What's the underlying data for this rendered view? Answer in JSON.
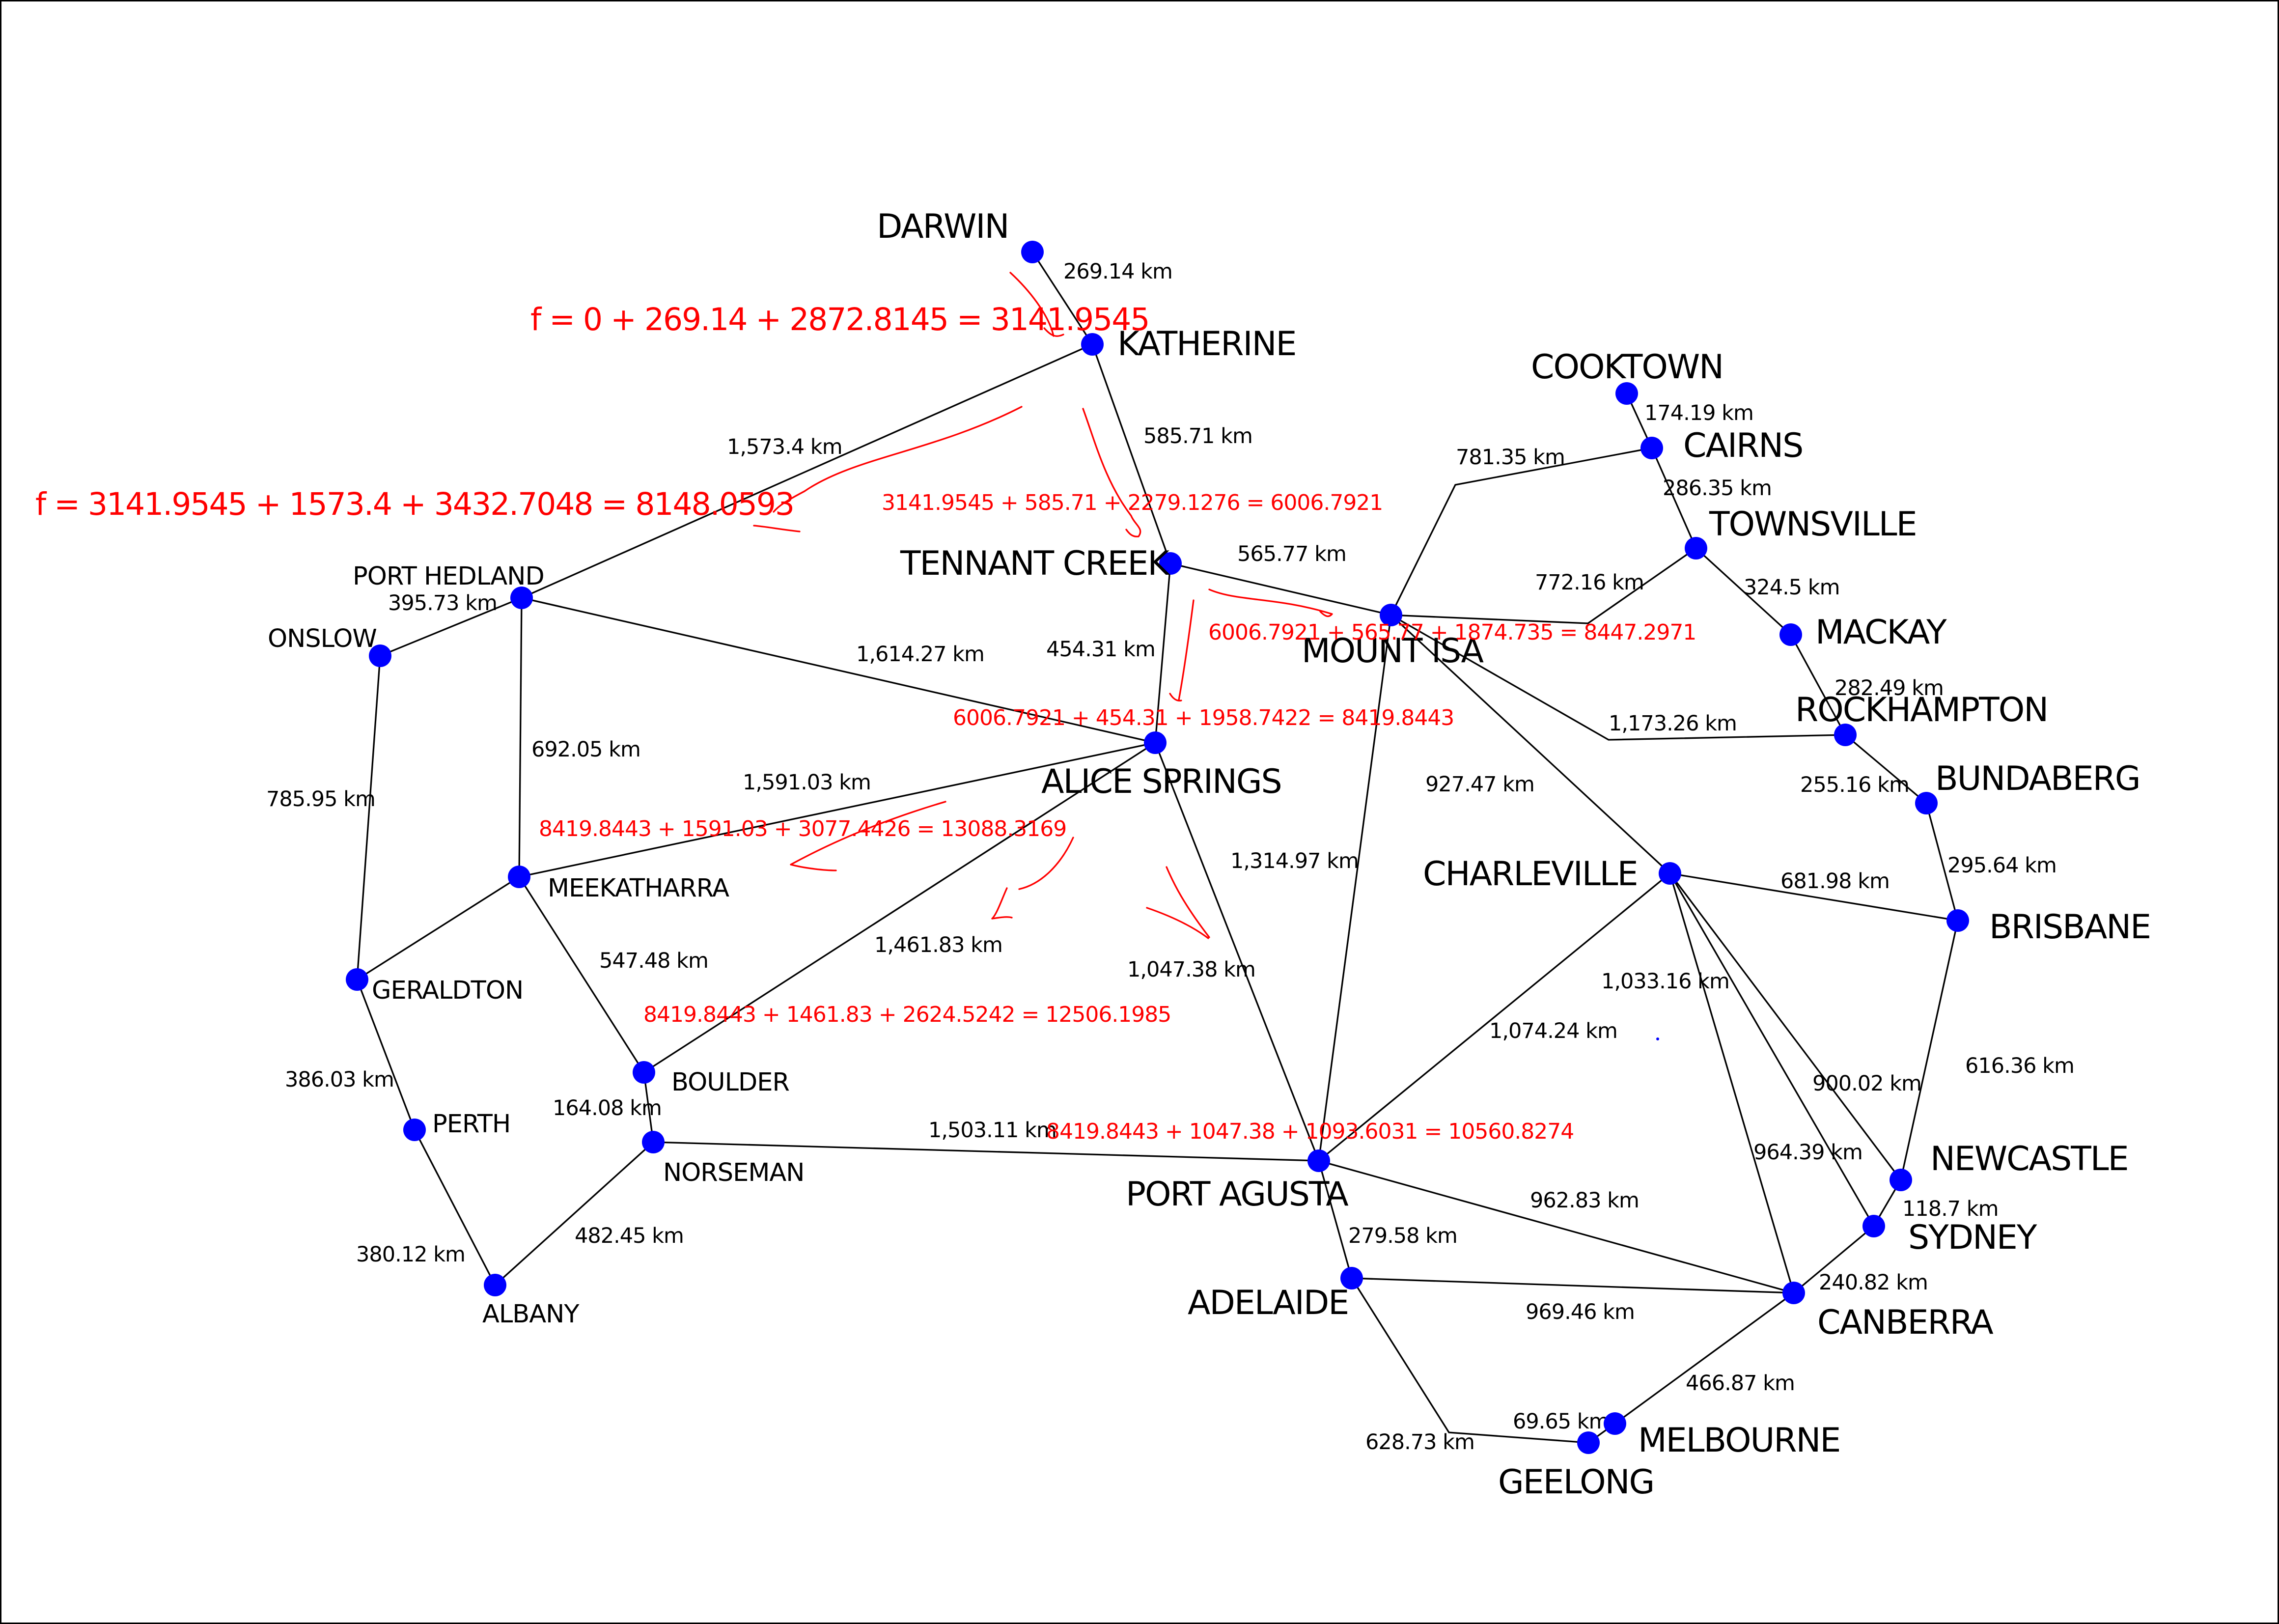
{
  "diagram": {
    "colors": {
      "node": "#0000ff",
      "edge": "#000000",
      "annotation": "#ff0000",
      "background": "#ffffff"
    },
    "cities": [
      {
        "id": "darwin",
        "name": "DARWIN"
      },
      {
        "id": "katherine",
        "name": "KATHERINE"
      },
      {
        "id": "tennant-creek",
        "name": "TENNANT CREEK"
      },
      {
        "id": "mount-isa",
        "name": "MOUNT ISA"
      },
      {
        "id": "alice-springs",
        "name": "ALICE SPRINGS"
      },
      {
        "id": "port-hedland",
        "name": "PORT HEDLAND"
      },
      {
        "id": "onslow",
        "name": "ONSLOW"
      },
      {
        "id": "meekatharra",
        "name": "MEEKATHARRA"
      },
      {
        "id": "geraldton",
        "name": "GERALDTON"
      },
      {
        "id": "perth",
        "name": "PERTH"
      },
      {
        "id": "albany",
        "name": "ALBANY"
      },
      {
        "id": "boulder",
        "name": "BOULDER"
      },
      {
        "id": "norseman",
        "name": "NORSEMAN"
      },
      {
        "id": "port-agusta",
        "name": "PORT AGUSTA"
      },
      {
        "id": "adelaide",
        "name": "ADELAIDE"
      },
      {
        "id": "geelong",
        "name": "GEELONG"
      },
      {
        "id": "melbourne",
        "name": "MELBOURNE"
      },
      {
        "id": "canberra",
        "name": "CANBERRA"
      },
      {
        "id": "sydney",
        "name": "SYDNEY"
      },
      {
        "id": "newcastle",
        "name": "NEWCASTLE"
      },
      {
        "id": "brisbane",
        "name": "BRISBANE"
      },
      {
        "id": "bundaberg",
        "name": "BUNDABERG"
      },
      {
        "id": "rockhampton",
        "name": "ROCKHAMPTON"
      },
      {
        "id": "mackay",
        "name": "MACKAY"
      },
      {
        "id": "townsville",
        "name": "TOWNSVILLE"
      },
      {
        "id": "cairns",
        "name": "CAIRNS"
      },
      {
        "id": "cooktown",
        "name": "COOKTOWN"
      },
      {
        "id": "charleville",
        "name": "CHARLEVILLE"
      }
    ],
    "roads": [
      {
        "from": "darwin",
        "to": "katherine",
        "distance": "269.14 km"
      },
      {
        "from": "katherine",
        "to": "port-hedland",
        "distance": "1,573.4 km"
      },
      {
        "from": "katherine",
        "to": "tennant-creek",
        "distance": "585.71 km"
      },
      {
        "from": "tennant-creek",
        "to": "mount-isa",
        "distance": "565.77 km"
      },
      {
        "from": "tennant-creek",
        "to": "alice-springs",
        "distance": "454.31 km"
      },
      {
        "from": "port-hedland",
        "to": "onslow",
        "distance": "395.73 km"
      },
      {
        "from": "port-hedland",
        "to": "alice-springs",
        "distance": "1,614.27 km"
      },
      {
        "from": "port-hedland",
        "to": "meekatharra",
        "distance": "692.05 km"
      },
      {
        "from": "onslow",
        "to": "geraldton",
        "distance": "785.95 km"
      },
      {
        "from": "meekatharra",
        "to": "alice-springs",
        "distance": "1,591.03 km"
      },
      {
        "from": "meekatharra",
        "to": "geraldton",
        "distance": ""
      },
      {
        "from": "meekatharra",
        "to": "boulder",
        "distance": "547.48 km"
      },
      {
        "from": "geraldton",
        "to": "perth",
        "distance": "386.03 km"
      },
      {
        "from": "perth",
        "to": "albany",
        "distance": "380.12 km"
      },
      {
        "from": "albany",
        "to": "norseman",
        "distance": "482.45 km"
      },
      {
        "from": "boulder",
        "to": "norseman",
        "distance": "164.08 km"
      },
      {
        "from": "boulder",
        "to": "alice-springs",
        "distance": "1,461.83 km"
      },
      {
        "from": "norseman",
        "to": "port-agusta",
        "distance": "1,503.11 km"
      },
      {
        "from": "alice-springs",
        "to": "port-agusta",
        "distance": "1,047.38 km"
      },
      {
        "from": "mount-isa",
        "to": "port-agusta",
        "distance": "1,314.97 km"
      },
      {
        "from": "mount-isa",
        "to": "charleville",
        "distance": "927.47 km"
      },
      {
        "from": "mount-isa",
        "to": "cairns",
        "distance": "781.35 km"
      },
      {
        "from": "mount-isa",
        "to": "townsville",
        "distance": "772.16 km"
      },
      {
        "from": "mount-isa",
        "to": "rockhampton",
        "distance": "1,173.26 km"
      },
      {
        "from": "port-agusta",
        "to": "adelaide",
        "distance": "279.58 km"
      },
      {
        "from": "port-agusta",
        "to": "canberra",
        "distance": "962.83 km"
      },
      {
        "from": "port-agusta",
        "to": "charleville",
        "distance": "1,074.24 km"
      },
      {
        "from": "adelaide",
        "to": "canberra",
        "distance": "969.46 km"
      },
      {
        "from": "adelaide",
        "to": "geelong",
        "distance": "628.73 km"
      },
      {
        "from": "geelong",
        "to": "melbourne",
        "distance": "69.65 km"
      },
      {
        "from": "melbourne",
        "to": "canberra",
        "distance": "466.87 km"
      },
      {
        "from": "canberra",
        "to": "sydney",
        "distance": "240.82 km"
      },
      {
        "from": "sydney",
        "to": "newcastle",
        "distance": "118.7 km"
      },
      {
        "from": "newcastle",
        "to": "brisbane",
        "distance": "616.36 km"
      },
      {
        "from": "brisbane",
        "to": "bundaberg",
        "distance": "295.64 km"
      },
      {
        "from": "bundaberg",
        "to": "rockhampton",
        "distance": "255.16 km"
      },
      {
        "from": "rockhampton",
        "to": "mackay",
        "distance": "282.49 km"
      },
      {
        "from": "mackay",
        "to": "townsville",
        "distance": "324.5 km"
      },
      {
        "from": "townsville",
        "to": "cairns",
        "distance": "286.35 km"
      },
      {
        "from": "cairns",
        "to": "cooktown",
        "distance": "174.19 km"
      },
      {
        "from": "charleville",
        "to": "brisbane",
        "distance": "681.98 km"
      },
      {
        "from": "charleville",
        "to": "newcastle",
        "distance": "900.02 km"
      },
      {
        "from": "charleville",
        "to": "sydney",
        "distance": "964.39 km"
      },
      {
        "from": "charleville",
        "to": "canberra",
        "distance": "1,033.16 km"
      }
    ],
    "annotations": [
      {
        "id": "f-katherine",
        "text": "f = 0 + 269.14 + 2872.8145 = 3141.9545"
      },
      {
        "id": "f-port-hedland",
        "text": "f = 3141.9545 + 1573.4 + 3432.7048 = 8148.0593"
      },
      {
        "id": "f-tennant-creek",
        "text": "3141.9545 + 585.71 + 2279.1276 =  6006.7921"
      },
      {
        "id": "f-mount-isa",
        "text": "6006.7921 + 565.77 + 1874.735 = 8447.2971"
      },
      {
        "id": "f-alice-springs",
        "text": "6006.7921 + 454.31 + 1958.7422 = 8419.8443"
      },
      {
        "id": "f-meekatharra",
        "text": "8419.8443 +  1591.03 + 3077.4426 = 13088.3169"
      },
      {
        "id": "f-boulder",
        "text": "8419.8443 +  1461.83 + 2624.5242 = 12506.1985"
      },
      {
        "id": "f-port-agusta",
        "text": "8419.8443 + 1047.38 + 1093.6031 = 10560.8274"
      }
    ]
  }
}
